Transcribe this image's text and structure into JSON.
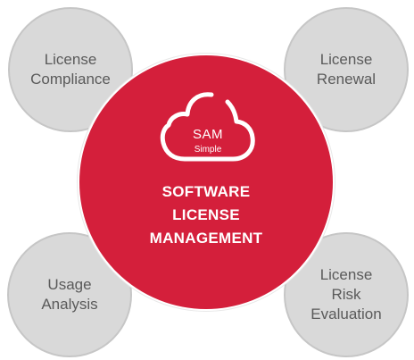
{
  "hub": {
    "logo": {
      "main": "SAM",
      "sub": "Simple"
    },
    "title_lines": [
      "SOFTWARE",
      "LICENSE",
      "MANAGEMENT"
    ]
  },
  "satellites": {
    "top_left": "License\nCompliance",
    "top_right": "License\nRenewal",
    "bottom_left": "Usage\nAnalysis",
    "bottom_right": "License\nRisk\nEvaluation"
  },
  "colors": {
    "hub": "#d41f3b",
    "satellite": "#d9d9d9",
    "satellite_text": "#5a5a5a"
  }
}
